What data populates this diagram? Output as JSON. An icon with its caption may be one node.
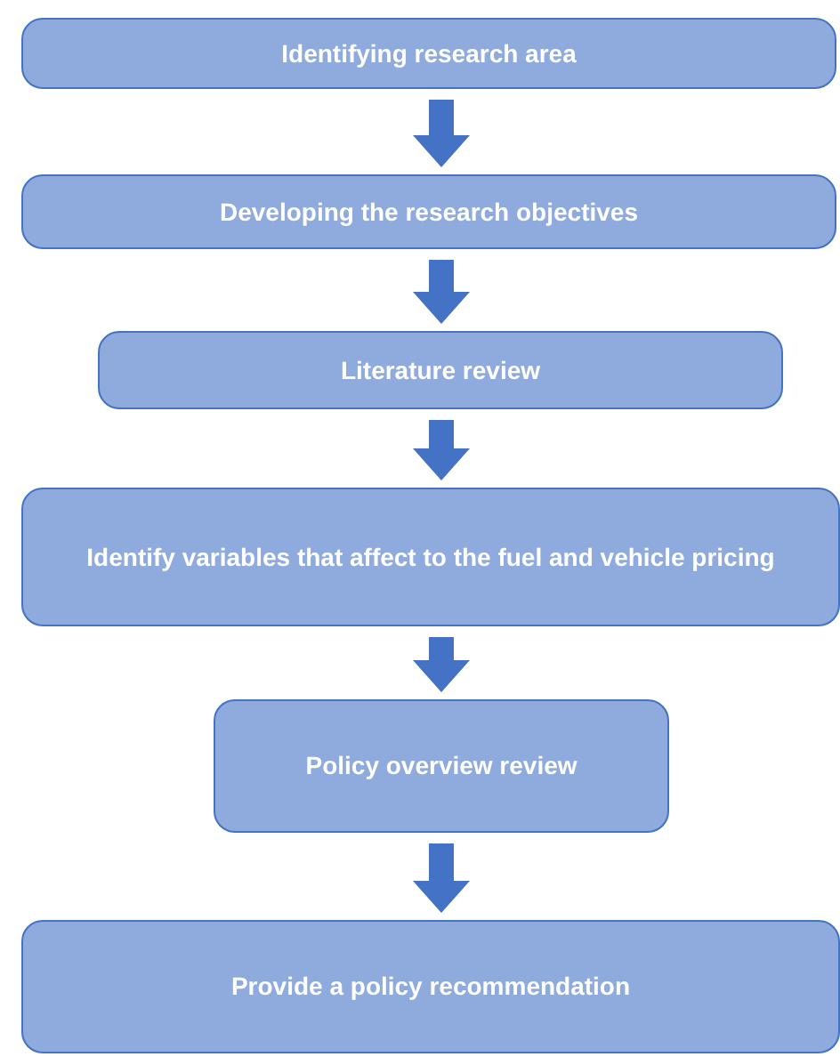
{
  "diagram": {
    "nodes": [
      {
        "text": [
          "Identifying research area"
        ]
      },
      {
        "text": [
          "Developing the research objectives"
        ]
      },
      {
        "text": [
          "Literature review"
        ]
      },
      {
        "text": [
          "Identify variables that affect to the fuel and vehicle pricing"
        ]
      },
      {
        "text": [
          "Policy overview review"
        ]
      },
      {
        "text": [
          "Provide a policy recommendation"
        ]
      }
    ],
    "edges": [
      {
        "from": 0,
        "to": 1,
        "arrow": "to"
      },
      {
        "from": 1,
        "to": 2,
        "arrow": "to"
      },
      {
        "from": 2,
        "to": 3,
        "arrow": "to"
      },
      {
        "from": 3,
        "to": 4,
        "arrow": "to"
      },
      {
        "from": 4,
        "to": 5,
        "arrow": "to"
      }
    ]
  }
}
